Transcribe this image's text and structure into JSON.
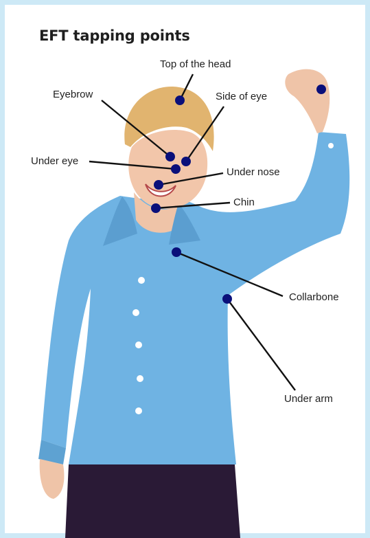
{
  "title": "EFT tapping points",
  "dot_color": "#0a0f7a",
  "points": {
    "top_of_head": "Top of the head",
    "eyebrow": "Eyebrow",
    "side_of_eye": "Side of eye",
    "under_eye": "Under eye",
    "under_nose": "Under nose",
    "chin": "Chin",
    "collarbone": "Collarbone",
    "under_arm": "Under arm"
  }
}
